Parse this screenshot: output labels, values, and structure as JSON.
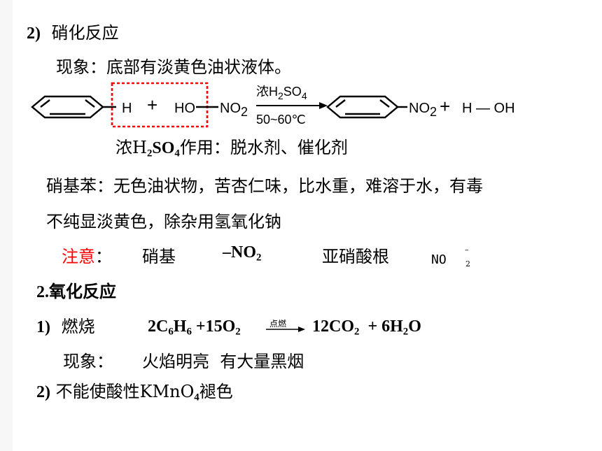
{
  "section1": {
    "heading_num": "2)",
    "heading_text": "硝化反应",
    "phenomenon": "现象：底部有淡黄色油状液体。"
  },
  "nitration_equation": {
    "h_atom": "H",
    "plus_left": "+",
    "ho": "HO",
    "no2_left": "NO",
    "no2_left_sub": "2",
    "condition_top": "浓H",
    "condition_top_sub1": "2",
    "condition_top_mid": "SO",
    "condition_top_sub2": "4",
    "condition_bottom": "50~60℃",
    "no2_right": "NO",
    "no2_right_sub": "2",
    "plus_right": "+",
    "water": "H — OH",
    "box_color": "#ff0000"
  },
  "acid_role": {
    "prefix": "浓H",
    "sub1": "2",
    "mid": "SO",
    "sub2": "4",
    "suffix": "作用：脱水剂、催化剂"
  },
  "nitrobenzene": {
    "line1": "硝基苯：无色油状物，苦杏仁味，比水重，难溶于水，有毒",
    "line2": "不纯显淡黄色，除杂用氢氧化钠"
  },
  "note": {
    "label": "注意",
    "colon": "：",
    "nitro_name": "硝基",
    "nitro_formula": "–NO",
    "nitro_sub": "2",
    "nitrite_name": "亚硝酸根",
    "nitrite_formula": "NO",
    "nitrite_sup": "–",
    "nitrite_sub": "2"
  },
  "section2": {
    "heading": "2.氧化反应",
    "burn_num": "1)",
    "burn_label": "燃烧",
    "eq_left": {
      "c": "2C",
      "c_sub": "6",
      "h": "H",
      "h_sub": "6",
      "o2": " +15O",
      "o2_sub": "2"
    },
    "arrow_condition": "点燃",
    "eq_right": {
      "co2": "12CO",
      "co2_sub": "2",
      "plus": "  + 6H",
      "h2_sub": "2",
      "o": "O"
    },
    "phenomenon_label": "现象：",
    "phenomenon_text": "火焰明亮  有大量黑烟",
    "kmno4_num": "2)",
    "kmno4_text": "不能使酸性KMnO",
    "kmno4_sub": "4",
    "kmno4_suffix": "褪色"
  }
}
